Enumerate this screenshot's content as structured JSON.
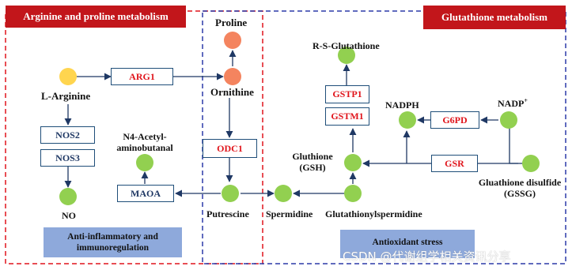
{
  "headers": {
    "arginine": "Arginine and proline metabolism",
    "glutathione": "Glutathione metabolism"
  },
  "metabolites": {
    "proline": "Proline",
    "ornithine": "Ornithine",
    "l_arginine": "L-Arginine",
    "no": "NO",
    "n4_acetyl": "N4-Acetyl-\naminobutanal",
    "putrescine": "Putrescine",
    "spermidine": "Spermidine",
    "glutathionylspermidine": "Glutathionylspermidine",
    "gsh": "Gluthione\n(GSH)",
    "r_s_glutathione": "R-S-Glutathione",
    "nadph": "NADPH",
    "nadp": "NADP",
    "nadp_sup": "+",
    "gssg": "Gluathione disulfide\n(GSSG)"
  },
  "enzymes": {
    "arg1": "ARG1",
    "nos2": "NOS2",
    "nos3": "NOS3",
    "odc1": "ODC1",
    "maoa": "MAOA",
    "gstp1": "GSTP1",
    "gstm1": "GSTM1",
    "g6pd": "G6PD",
    "gsr": "GSR"
  },
  "panels": {
    "anti_inflammatory": "Anti-inflammatory and\nimmunoregulation",
    "antioxidant": "Antioxidant stress"
  },
  "watermark": "CSDN @代谢组学相关资讯分享",
  "colors": {
    "red_region": "#e0141b",
    "blue_region": "#2b3aa8",
    "green_node": "#92d050",
    "orange_node": "#f4845f",
    "yellow_node": "#ffd54f",
    "arrow": "#1f3864",
    "panel": "#8ea9db"
  }
}
